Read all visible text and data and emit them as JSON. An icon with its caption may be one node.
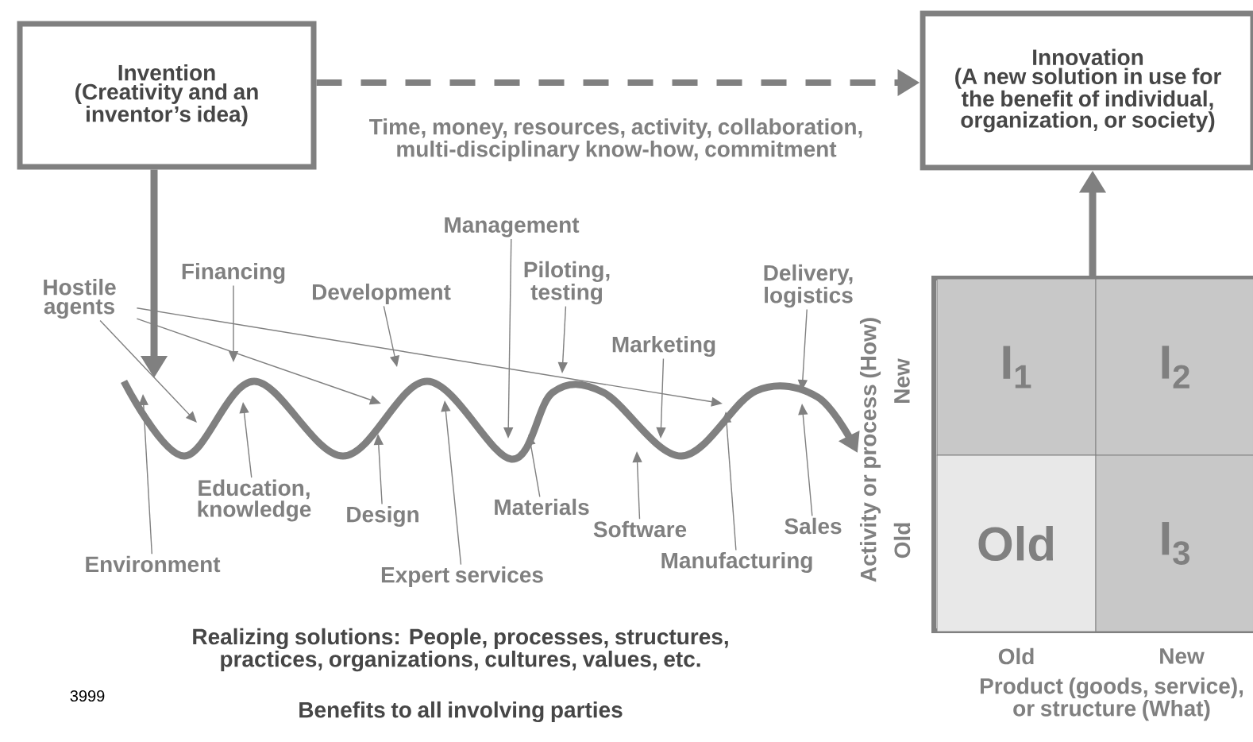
{
  "diagram": {
    "nodes": [
      {
        "text": [
          "Invention",
          "(Creativity and an inventor’s idea)"
        ]
      },
      {
        "text": [
          "Innovation",
          "(A new solution in use for the benefit of individual, organization, or society)"
        ]
      },
      {
        "text": [],
        "shape": "wave"
      },
      {
        "text": [
          "Hostile agents"
        ]
      },
      {
        "text": [
          "Financing"
        ]
      },
      {
        "text": [
          "Development"
        ]
      },
      {
        "text": [
          "Management"
        ]
      },
      {
        "text": [
          "Piloting, testing"
        ]
      },
      {
        "text": [
          "Marketing"
        ]
      },
      {
        "text": [
          "Delivery, logistics"
        ]
      },
      {
        "text": [
          "Environment"
        ]
      },
      {
        "text": [
          "Education, knowledge"
        ]
      },
      {
        "text": [
          "Design"
        ]
      },
      {
        "text": [
          "Expert services"
        ]
      },
      {
        "text": [
          "Materials"
        ]
      },
      {
        "text": [
          "Software"
        ]
      },
      {
        "text": [
          "Manufacturing"
        ]
      },
      {
        "text": [
          "Sales"
        ]
      },
      {
        "text": [],
        "shape": "box"
      },
      {
        "text": [
          "I$_{1}$"
        ],
        "in": 18
      },
      {
        "text": [
          "I$_{2}$"
        ],
        "in": 18
      },
      {
        "text": [
          "Old"
        ],
        "in": 18
      },
      {
        "text": [
          "I$_{3}$"
        ],
        "in": 18
      }
    ],
    "edges": [
      {
        "from": 0,
        "to": 1,
        "arrow": "to",
        "style": "dashed",
        "label": "Time, money, resources, activity, collaboration, multi-disciplinary know-how, commitment"
      },
      {
        "from": 0,
        "to": 2,
        "arrow": "to",
        "style": "thick"
      },
      {
        "from": 18,
        "to": 1,
        "arrow": "to",
        "style": "thick"
      },
      {
        "from": 3,
        "to": 2,
        "arrow": "to"
      },
      {
        "from": 3,
        "to": 2,
        "arrow": "to"
      },
      {
        "from": 3,
        "to": 2,
        "arrow": "to"
      },
      {
        "from": 4,
        "to": 2,
        "arrow": "to"
      },
      {
        "from": 5,
        "to": 2,
        "arrow": "to"
      },
      {
        "from": 6,
        "to": 2,
        "arrow": "to"
      },
      {
        "from": 7,
        "to": 2,
        "arrow": "to"
      },
      {
        "from": 8,
        "to": 2,
        "arrow": "to"
      },
      {
        "from": 9,
        "to": 2,
        "arrow": "to"
      },
      {
        "from": 10,
        "to": 2,
        "arrow": "to"
      },
      {
        "from": 11,
        "to": 2,
        "arrow": "to"
      },
      {
        "from": 12,
        "to": 2,
        "arrow": "to"
      },
      {
        "from": 13,
        "to": 2,
        "arrow": "to"
      },
      {
        "from": 14,
        "to": 2,
        "arrow": "to"
      },
      {
        "from": 15,
        "to": 2,
        "arrow": "to"
      },
      {
        "from": 16,
        "to": 2,
        "arrow": "to"
      },
      {
        "from": 17,
        "to": 2,
        "arrow": "to"
      }
    ],
    "labels": [
      "New",
      "Activity or process (How)",
      "Old",
      "Old",
      "New",
      "Product (goods, service), or structure (What)",
      "Realizing solutions: People, processes, structures, practices, organizations, cultures, values, etc.",
      "3999",
      "Benefits to all involving parties"
    ]
  }
}
